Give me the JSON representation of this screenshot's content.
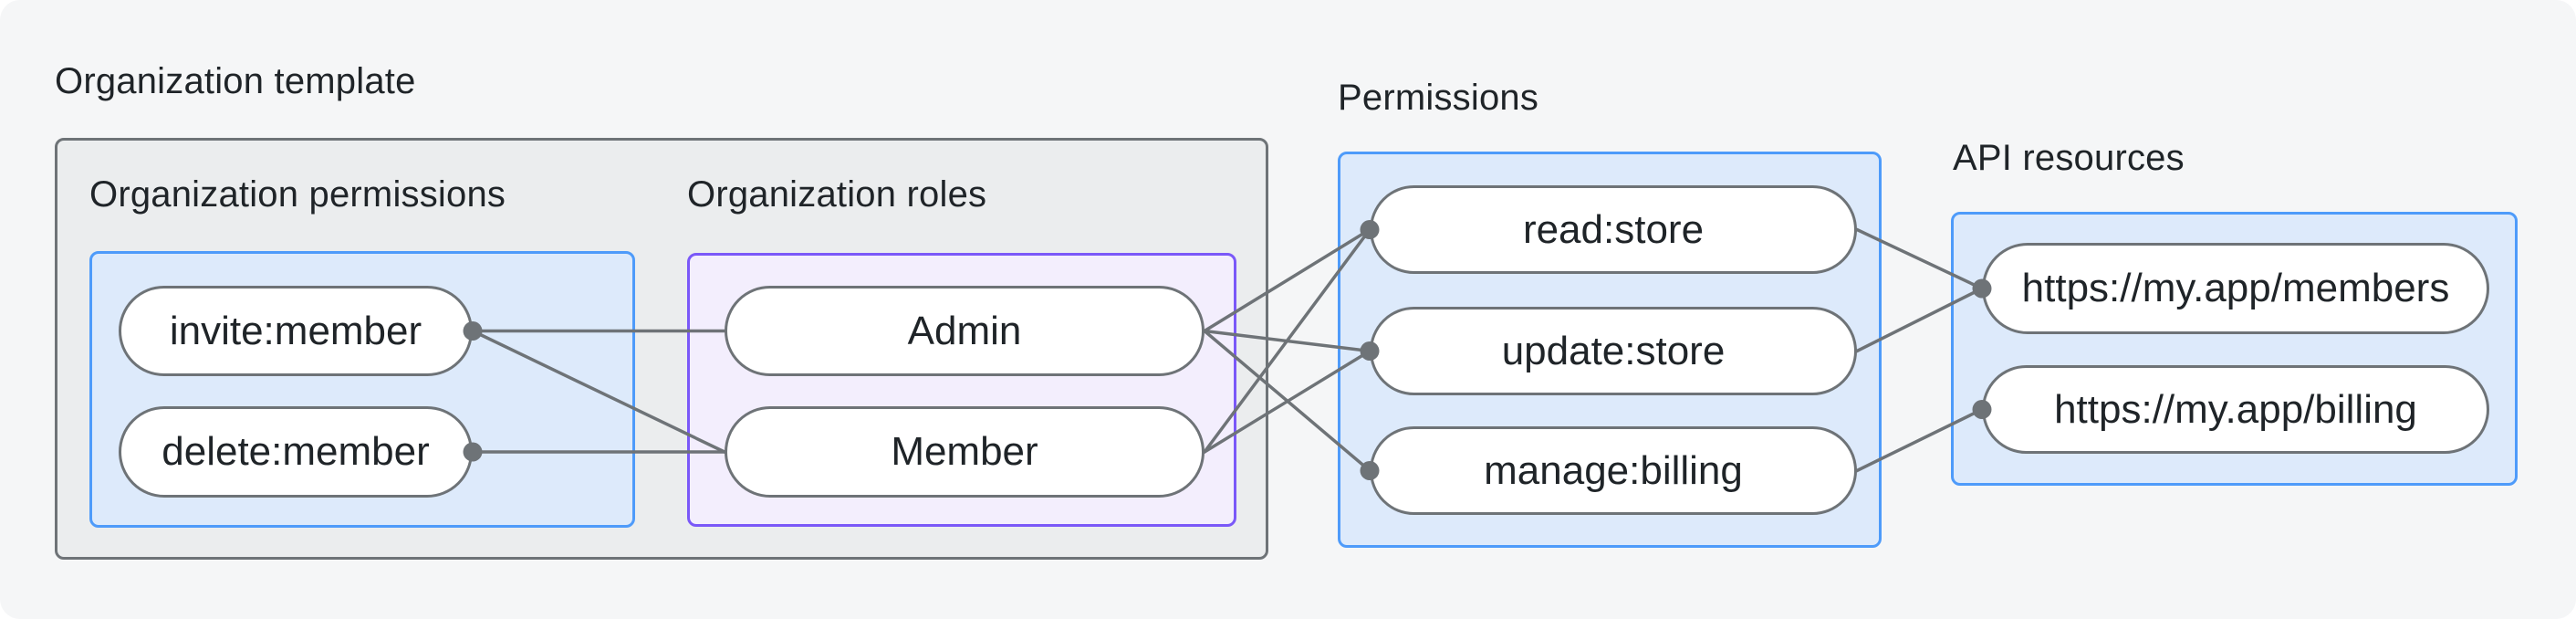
{
  "sections": {
    "org_template": {
      "label": "Organization template"
    },
    "org_permissions": {
      "label": "Organization permissions"
    },
    "org_roles": {
      "label": "Organization roles"
    },
    "permissions": {
      "label": "Permissions"
    },
    "api_resources": {
      "label": "API resources"
    }
  },
  "nodes": {
    "invite": {
      "label": "invite:member"
    },
    "delete": {
      "label": "delete:member"
    },
    "admin": {
      "label": "Admin"
    },
    "member": {
      "label": "Member"
    },
    "read": {
      "label": "read:store"
    },
    "update": {
      "label": "update:store"
    },
    "manage": {
      "label": "manage:billing"
    },
    "members_url": {
      "label": "https://my.app/members"
    },
    "billing_url": {
      "label": "https://my.app/billing"
    }
  },
  "edges": [
    {
      "from": "invite",
      "to": "admin"
    },
    {
      "from": "invite",
      "to": "member"
    },
    {
      "from": "delete",
      "to": "member"
    },
    {
      "from": "admin",
      "to": "read"
    },
    {
      "from": "admin",
      "to": "update"
    },
    {
      "from": "admin",
      "to": "manage"
    },
    {
      "from": "member",
      "to": "read"
    },
    {
      "from": "member",
      "to": "update"
    },
    {
      "from": "read",
      "to": "members_url"
    },
    {
      "from": "update",
      "to": "members_url"
    },
    {
      "from": "manage",
      "to": "billing_url"
    }
  ],
  "dots": [
    {
      "node": "invite",
      "side": "right"
    },
    {
      "node": "delete",
      "side": "right"
    },
    {
      "node": "read",
      "side": "left"
    },
    {
      "node": "update",
      "side": "left"
    },
    {
      "node": "manage",
      "side": "left"
    },
    {
      "node": "members_url",
      "side": "left"
    },
    {
      "node": "billing_url",
      "side": "left"
    }
  ],
  "style": {
    "edge_width": 3.5,
    "dot_radius": 10.5
  },
  "colors": {
    "card_bg": "#f5f6f7",
    "gray_box_fill": "#ebedee",
    "stroke": "#6e7377",
    "accent_blue": "#4e9bfa",
    "blue_fill": "#ddeafb",
    "accent_purple": "#7a58f8",
    "purple_fill": "#f3eefd",
    "node_fill": "#ffffff",
    "text": "#1f2428"
  }
}
